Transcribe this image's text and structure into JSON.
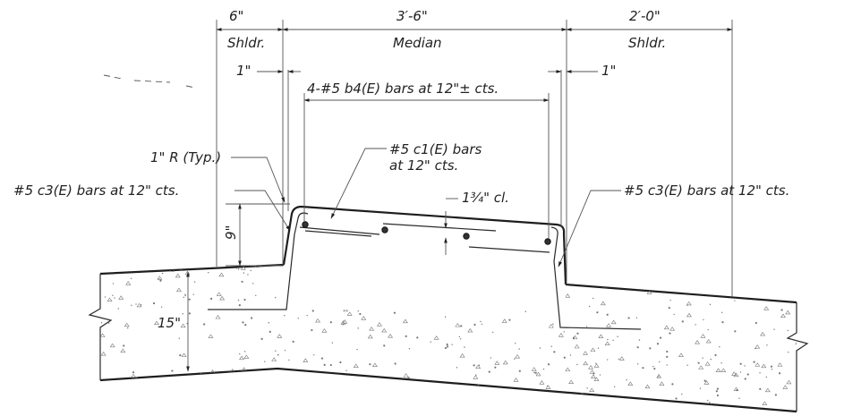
{
  "dimensions": {
    "shoulder_left_width": "6\"",
    "median_width": "3′-6\"",
    "shoulder_right_width": "2′-0\"",
    "shoulder_left_label": "Shldr.",
    "median_label": "Median",
    "shoulder_right_label": "Shldr.",
    "offset_left": "1\"",
    "offset_right": "1\"",
    "curb_height": "9\"",
    "slab_thickness": "15\"",
    "clear_cover": "1¾\" cl."
  },
  "callouts": {
    "b4_bars": "4-#5 b4(E) bars at 12\"± cts.",
    "c1_bars_line1": "#5 c1(E) bars",
    "c1_bars_line2": "at 12\" cts.",
    "radius": "1\" R (Typ.)",
    "c3_left": "#5 c3(E) bars at 12\" cts.",
    "c3_right": "#5 c3(E) bars at 12\" cts."
  }
}
